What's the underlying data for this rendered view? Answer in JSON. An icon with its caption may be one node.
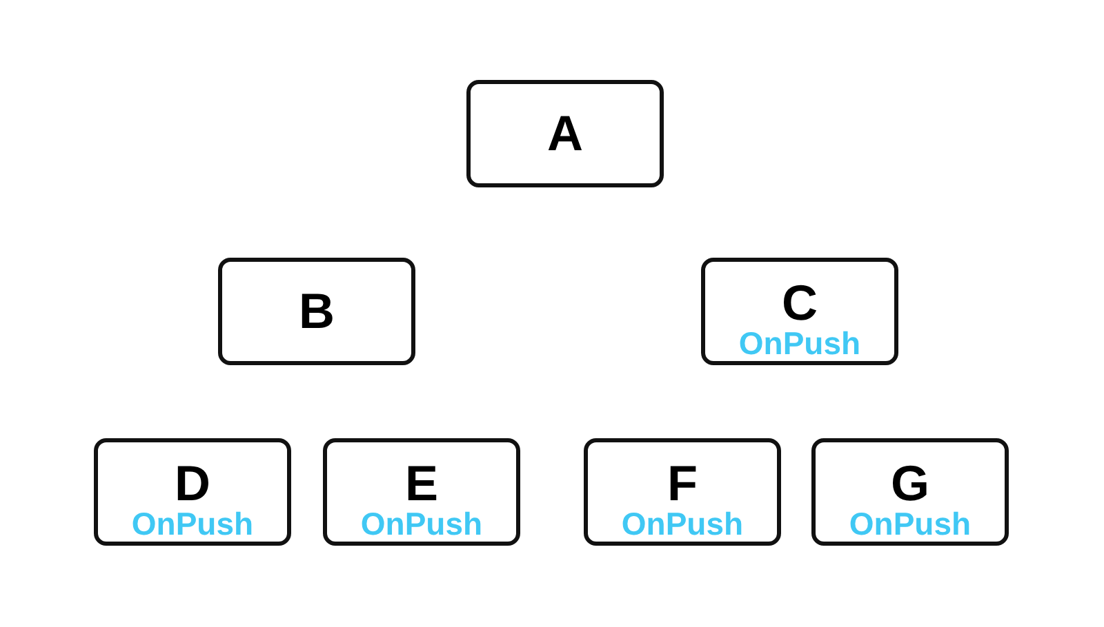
{
  "diagram": {
    "nodes": [
      {
        "text": [
          "A"
        ]
      },
      {
        "text": [
          "B"
        ]
      },
      {
        "text": [
          "C",
          "OnPush"
        ]
      },
      {
        "text": [
          "D",
          "OnPush"
        ]
      },
      {
        "text": [
          "E",
          "OnPush"
        ]
      },
      {
        "text": [
          "F",
          "OnPush"
        ]
      },
      {
        "text": [
          "G",
          "OnPush"
        ]
      }
    ]
  }
}
